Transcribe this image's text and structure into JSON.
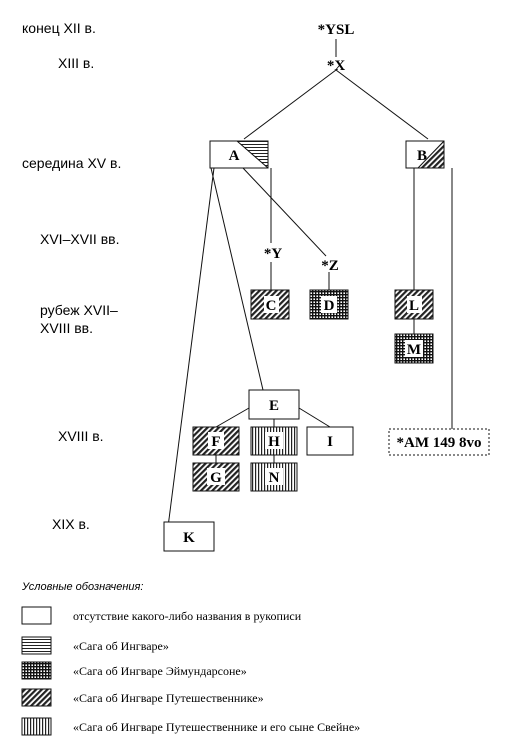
{
  "periods": [
    {
      "id": "p12",
      "label": "конец XII в."
    },
    {
      "id": "p13",
      "label": "XIII в."
    },
    {
      "id": "p15",
      "label": "середина XV в."
    },
    {
      "id": "p16",
      "label": "XVI–XVII вв."
    },
    {
      "id": "p17a",
      "label": "рубеж XVII–"
    },
    {
      "id": "p17b",
      "label": "XVIII вв."
    },
    {
      "id": "p18",
      "label": "XVIII в."
    },
    {
      "id": "p19",
      "label": "XIX в."
    }
  ],
  "archetypes": [
    {
      "id": "ysl",
      "label": "*YSL"
    },
    {
      "id": "x",
      "label": "*X"
    },
    {
      "id": "y",
      "label": "*Y"
    },
    {
      "id": "z",
      "label": "*Z"
    }
  ],
  "nodes": [
    {
      "id": "A",
      "label": "A",
      "pattern": "horizontal-partial"
    },
    {
      "id": "B",
      "label": "B",
      "pattern": "diagonal-partial"
    },
    {
      "id": "C",
      "label": "C",
      "pattern": "diagonal"
    },
    {
      "id": "D",
      "label": "D",
      "pattern": "crosshatch"
    },
    {
      "id": "L",
      "label": "L",
      "pattern": "diagonal"
    },
    {
      "id": "M",
      "label": "M",
      "pattern": "crosshatch"
    },
    {
      "id": "E",
      "label": "E",
      "pattern": "none"
    },
    {
      "id": "F",
      "label": "F",
      "pattern": "diagonal"
    },
    {
      "id": "H",
      "label": "H",
      "pattern": "vertical"
    },
    {
      "id": "I",
      "label": "I",
      "pattern": "none"
    },
    {
      "id": "G",
      "label": "G",
      "pattern": "diagonal"
    },
    {
      "id": "N",
      "label": "N",
      "pattern": "vertical"
    },
    {
      "id": "K",
      "label": "K",
      "pattern": "none"
    },
    {
      "id": "AM",
      "label": "*AM 149 8vo",
      "pattern": "dotted-border"
    }
  ],
  "legend": {
    "title": "Условные обозначения:",
    "items": [
      {
        "pattern": "none",
        "text": "отсутствие какого-либо названия в рукописи"
      },
      {
        "pattern": "horizontal",
        "text": "«Сага об Ингваре»"
      },
      {
        "pattern": "crosshatch",
        "text": "«Сага об Ингваре Эймундарсоне»"
      },
      {
        "pattern": "diagonal",
        "text": "«Сага об Ингваре Путешественнике»"
      },
      {
        "pattern": "vertical",
        "text": "«Сага об Ингваре Путешественнике и его сыне Свейне»"
      }
    ]
  }
}
